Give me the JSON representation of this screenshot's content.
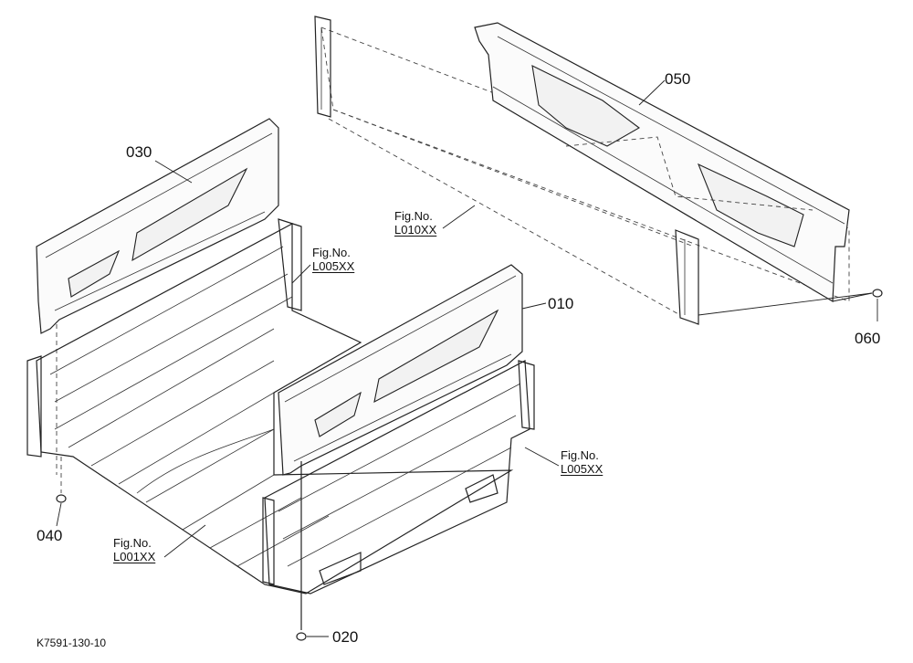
{
  "diagram_code": "K7591-130-10",
  "parts": {
    "p010": "010",
    "p020": "020",
    "p030": "030",
    "p040": "040",
    "p050": "050",
    "p060": "060"
  },
  "fig_refs": {
    "ref_l010": {
      "line1": "Fig.No.",
      "line2": "L010XX"
    },
    "ref_l005_left": {
      "line1": "Fig.No.",
      "line2": "L005XX"
    },
    "ref_l005_right": {
      "line1": "Fig.No.",
      "line2": "L005XX"
    },
    "ref_l001": {
      "line1": "Fig.No.",
      "line2": "L001XX"
    }
  }
}
